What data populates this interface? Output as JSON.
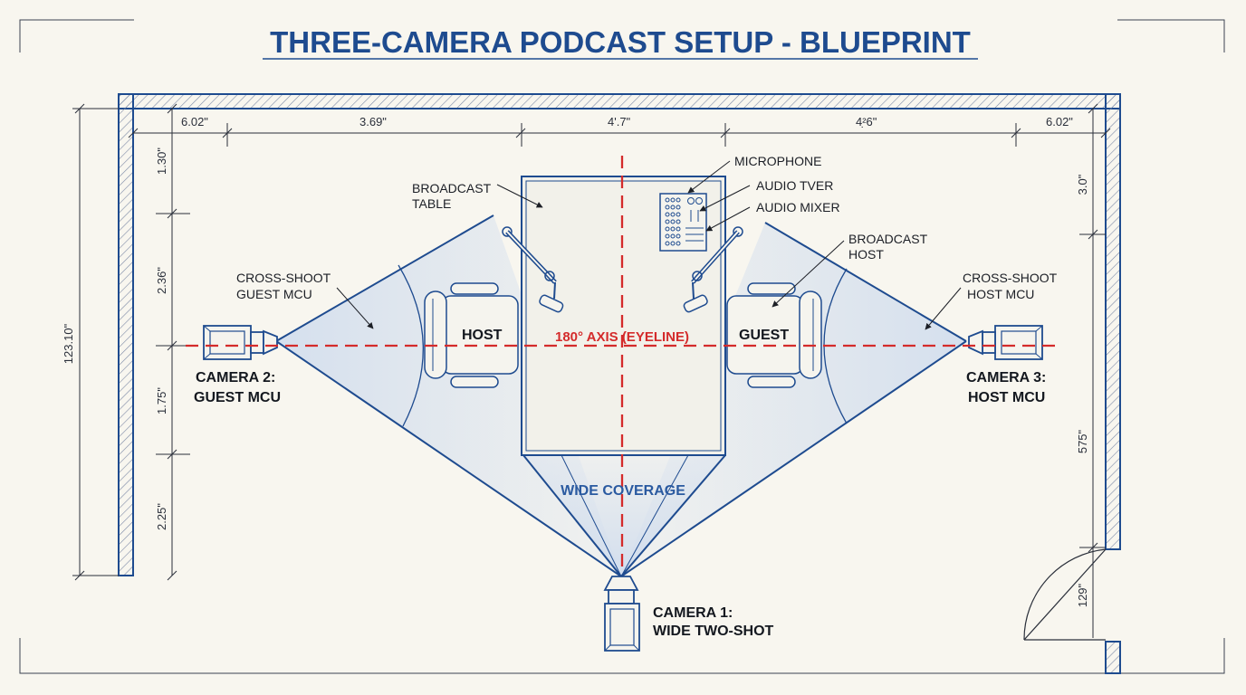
{
  "title": "THREE-CAMERA PODCAST SETUP - BLUEPRINT",
  "dimensions": {
    "top": [
      "6.02\"",
      "3.69\"",
      "4'.7\"",
      "4²̣6\"",
      "6.02\""
    ],
    "left": [
      "1.30\"",
      "2.36\"",
      "1.75\"",
      "2.25\""
    ],
    "overall": "123.10\"",
    "right": [
      "3.0\"",
      "575\"",
      "129\""
    ]
  },
  "labels": {
    "broadcast_table": [
      "BROADCAST",
      "TABLE"
    ],
    "microphone": "MICROPHONE",
    "audio_tver": "AUDIO TVER",
    "audio_mixer": "AUDIO MIXER",
    "broadcast_host": [
      "BROADCAST",
      "HOST"
    ],
    "cross_guest": [
      "CROSS-SHOOT",
      "GUEST MCU"
    ],
    "cross_host": [
      "CROSS-SHOOT",
      "HOST MCU"
    ],
    "host": "HOST",
    "guest": "GUEST",
    "axis": "180° AXIS (EYELINE)",
    "camera2": [
      "CAMERA 2:",
      "GUEST MCU"
    ],
    "camera3": [
      "CAMERA 3:",
      "HOST MCU"
    ],
    "wide_coverage": "WIDE COVERAGE",
    "camera1": [
      "CAMERA 1:",
      "WIDE TWO-SHOT"
    ]
  },
  "colors": {
    "ink": "#1e4b8f",
    "axis": "#d42b2b",
    "paper": "#f8f6ef",
    "coverage": "#c9d8ee"
  }
}
